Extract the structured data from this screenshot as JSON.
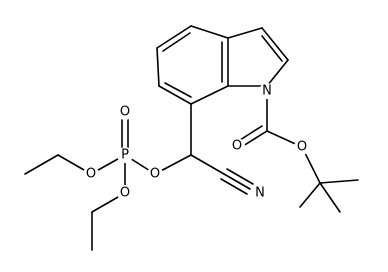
{
  "figure": {
    "atom_labels": {
      "N_indole": "N",
      "O_carbonyl": "O",
      "O_ester": "O",
      "N_nitrile": "N",
      "O_link": "O",
      "P": "P",
      "O_phosphoryl": "O",
      "O_ethoxy_1": "O",
      "O_ethoxy_2": "O"
    },
    "colors": {
      "bond": "#000000",
      "label": "#000000",
      "background": "#ffffff"
    }
  }
}
